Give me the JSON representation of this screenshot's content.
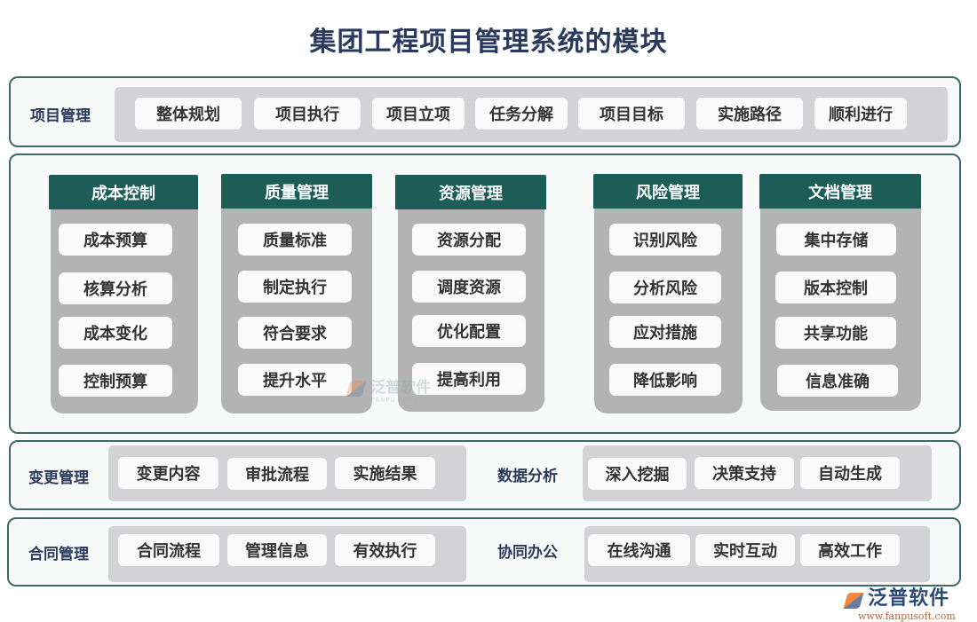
{
  "title": "集团工程项目管理系统的模块",
  "project_management": {
    "label": "项目管理",
    "items": [
      "整体规划",
      "项目执行",
      "项目立项",
      "任务分解",
      "项目目标",
      "实施路径",
      "顺利进行"
    ]
  },
  "modules": [
    {
      "title": "成本控制",
      "items": [
        "成本预算",
        "核算分析",
        "成本变化",
        "控制预算"
      ]
    },
    {
      "title": "质量管理",
      "items": [
        "质量标准",
        "制定执行",
        "符合要求",
        "提升水平"
      ]
    },
    {
      "title": "资源管理",
      "items": [
        "资源分配",
        "调度资源",
        "优化配置",
        "提高利用"
      ]
    },
    {
      "title": "风险管理",
      "items": [
        "识别风险",
        "分析风险",
        "应对措施",
        "降低影响"
      ]
    },
    {
      "title": "文档管理",
      "items": [
        "集中存储",
        "版本控制",
        "共享功能",
        "信息准确"
      ]
    }
  ],
  "change_management": {
    "label": "变更管理",
    "items": [
      "变更内容",
      "审批流程",
      "实施结果"
    ]
  },
  "data_analysis": {
    "label": "数据分析",
    "items": [
      "深入挖掘",
      "决策支持",
      "自动生成"
    ]
  },
  "contract_management": {
    "label": "合同管理",
    "items": [
      "合同流程",
      "管理信息",
      "有效执行"
    ]
  },
  "collaborative_office": {
    "label": "协同办公",
    "items": [
      "在线沟通",
      "实时互动",
      "高效工作"
    ]
  },
  "watermark": {
    "cn": "泛普软件",
    "en": "FANPU SOFT"
  },
  "logo": {
    "cn": "泛普软件",
    "url": "www.fanpusoft.com"
  },
  "colors": {
    "header_green": "#1c5d58",
    "border": "#3d6a68",
    "title": "#2a3a5c",
    "tray": "#d3d3d5",
    "column_body": "#b3b3b3"
  }
}
